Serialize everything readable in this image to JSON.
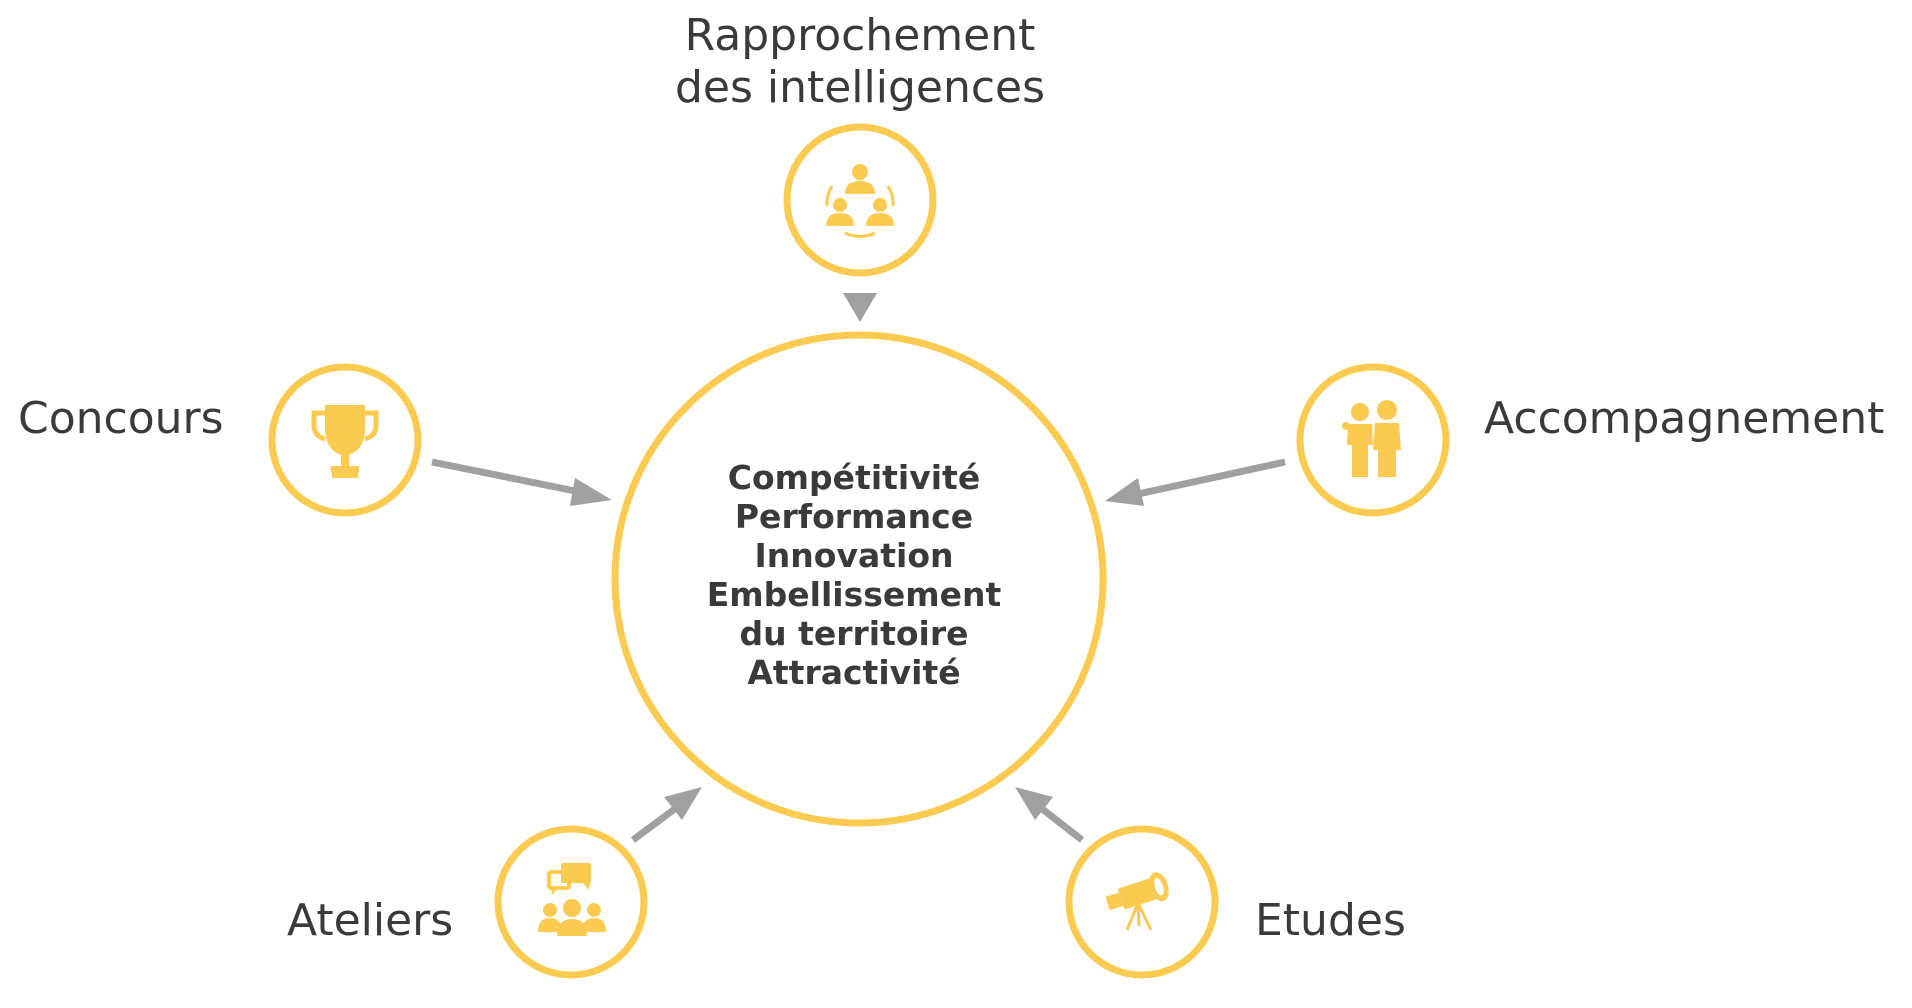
{
  "hub": {
    "lines": [
      "Compétitivité",
      "Performance",
      "Innovation",
      "Embellissement",
      "du territoire",
      "Attractivité"
    ]
  },
  "nodes": {
    "rapprochement": {
      "label_line1": "Rapprochement",
      "label_line2": "des intelligences",
      "icon": "network-people-icon"
    },
    "concours": {
      "label": "Concours",
      "icon": "trophy-icon"
    },
    "accompagnement": {
      "label": "Accompagnement",
      "icon": "two-people-icon"
    },
    "ateliers": {
      "label": "Ateliers",
      "icon": "group-discussion-icon"
    },
    "etudes": {
      "label": "Etudes",
      "icon": "telescope-icon"
    }
  },
  "colors": {
    "accent": "#fbcb51",
    "arrow": "#a0a0a0",
    "text": "#3a3a3a"
  }
}
